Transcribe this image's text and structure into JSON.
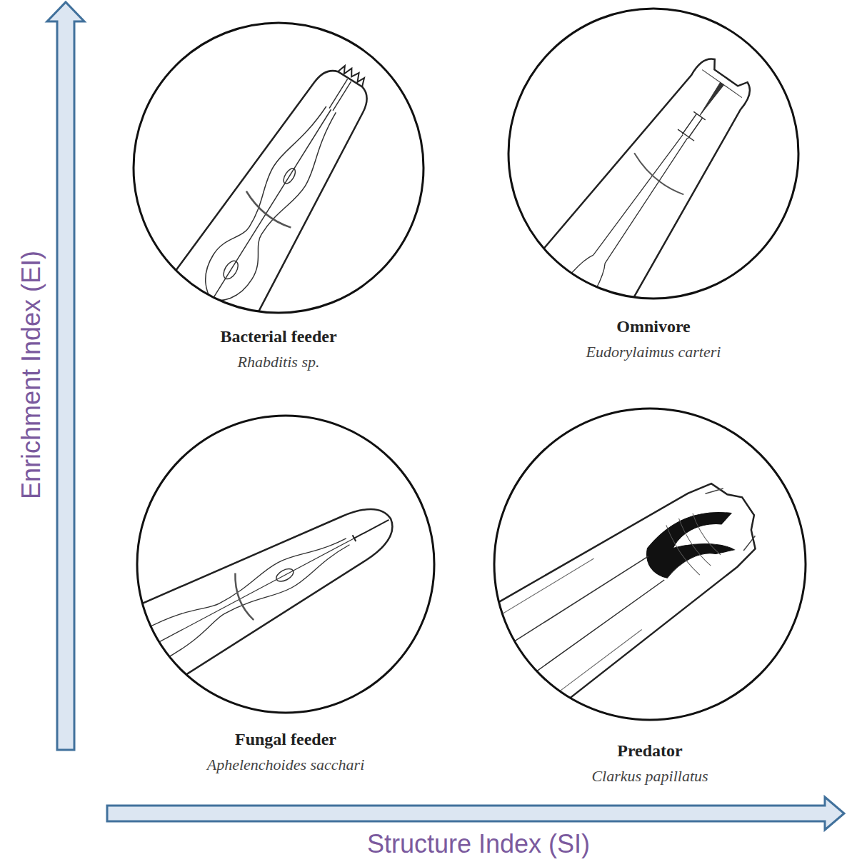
{
  "diagram": {
    "nodes": [
      {
        "text": [
          "Bacterial feeder",
          "Rhabditis sp."
        ]
      },
      {
        "text": [
          "Omnivore",
          "Eudorylaimus carteri"
        ]
      },
      {
        "text": [
          "Fungal feeder",
          "Aphelenchoides sacchari"
        ]
      },
      {
        "text": [
          "Predator",
          "Clarkus papillatus"
        ]
      }
    ],
    "labels": [
      "Enrichment Index (EI)",
      "Structure Index (SI)"
    ]
  }
}
